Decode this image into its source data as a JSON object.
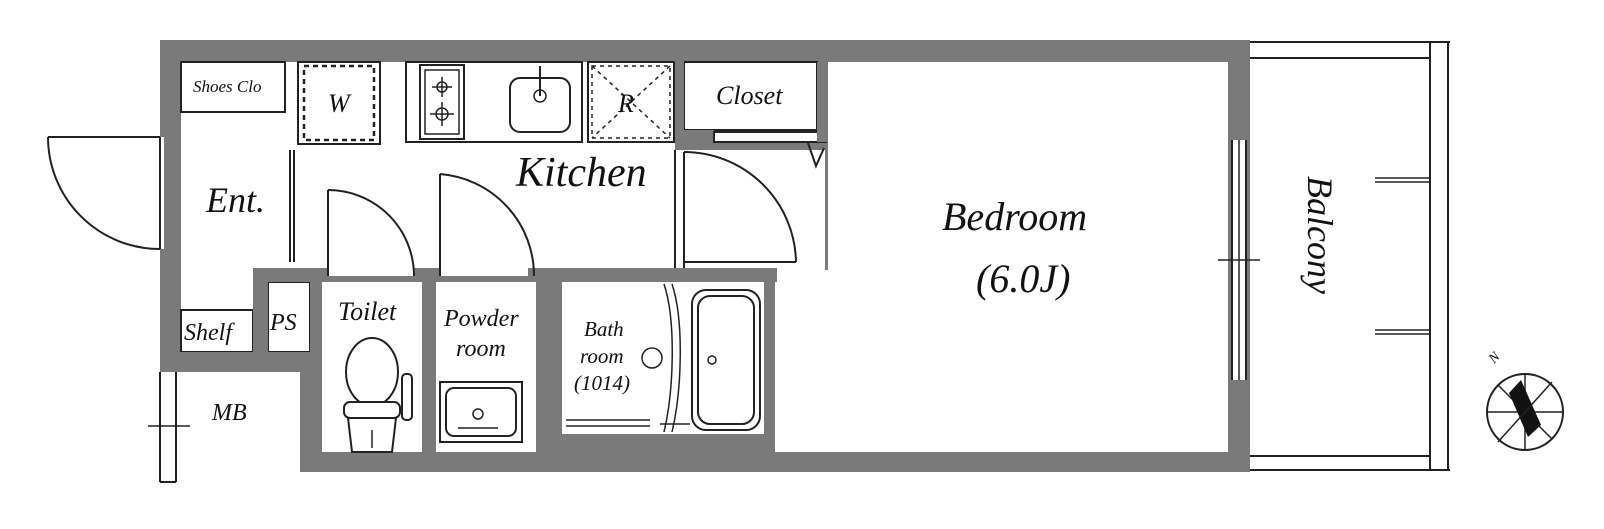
{
  "labels": {
    "shoes_closet": "Shoes Clo",
    "washer": "W",
    "refrigerator": "R",
    "closet": "Closet",
    "kitchen": "Kitchen",
    "entrance": "Ent.",
    "bedroom": "Bedroom",
    "bedroom_size": "(6.0J)",
    "balcony": "Balcony",
    "shelf": "Shelf",
    "pipe_space": "PS",
    "toilet": "Toilet",
    "powder_line1": "Powder",
    "powder_line2": "room",
    "bath_line1": "Bath",
    "bath_line2": "room",
    "bath_size": "(1014)",
    "meter_box": "MB",
    "north": "N"
  }
}
